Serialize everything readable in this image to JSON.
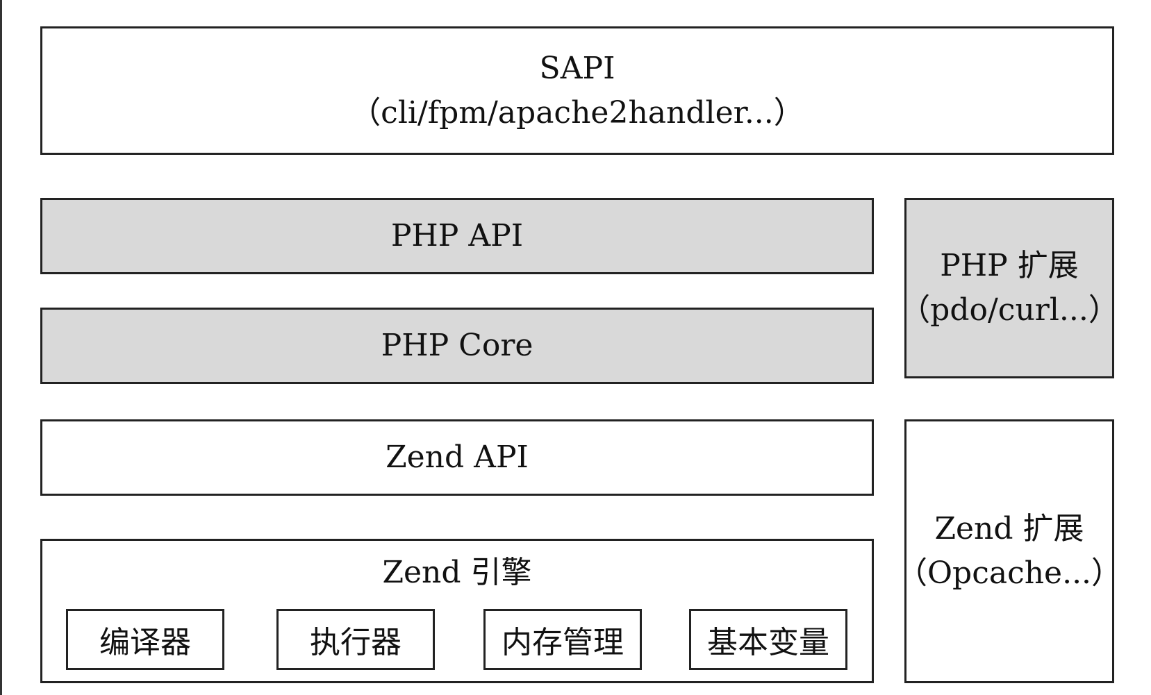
{
  "sapi": {
    "title": "SAPI",
    "subtitle": "（cli/fpm/apache2handler...）"
  },
  "php_api": {
    "title": "PHP API"
  },
  "php_core": {
    "title": "PHP Core"
  },
  "zend_api": {
    "title": "Zend API"
  },
  "zend_engine": {
    "title": "Zend 引擎",
    "components": [
      {
        "label": "编译器"
      },
      {
        "label": "执行器"
      },
      {
        "label": "内存管理"
      },
      {
        "label": "基本变量"
      }
    ]
  },
  "php_extension": {
    "title": "PHP 扩展",
    "subtitle": "（pdo/curl...）"
  },
  "zend_extension": {
    "title": "Zend 扩展",
    "subtitle": "（Opcache...）"
  },
  "colors": {
    "gray_fill": "#d9d9d9",
    "white_fill": "#ffffff",
    "border": "#222222"
  }
}
